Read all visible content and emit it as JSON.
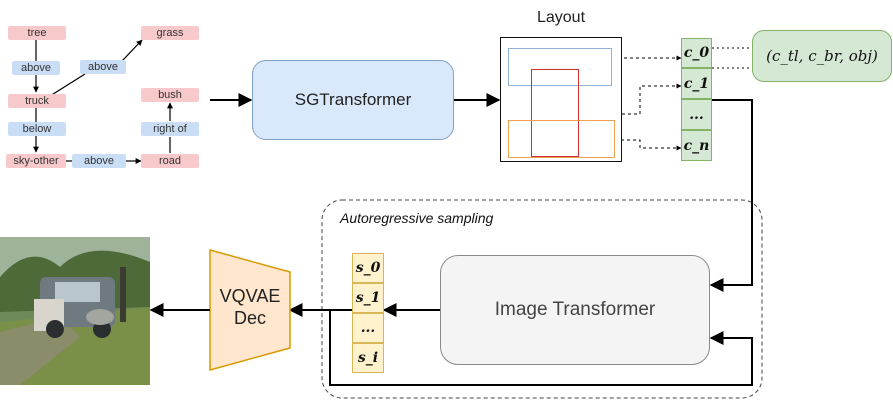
{
  "scene_graph": {
    "objects": {
      "tree": "tree",
      "grass": "grass",
      "truck": "truck",
      "bush": "bush",
      "sky_other": "sky-other",
      "road": "road"
    },
    "relations": {
      "tree_truck": "above",
      "truck_grass": "above",
      "truck_sky": "below",
      "sky_road": "above",
      "road_bush": "right of"
    }
  },
  "sg_transformer": {
    "label": "SGTransformer"
  },
  "layout": {
    "title": "Layout"
  },
  "condition_tokens": [
    "c_0",
    "c_1",
    "...",
    "c_n"
  ],
  "box_format": "(c_tl, c_br, obj)",
  "sampling": {
    "label": "Autoregressive sampling"
  },
  "image_transformer": {
    "label": "Image Transformer"
  },
  "sample_tokens": [
    "s_0",
    "s_1",
    "...",
    "s_i"
  ],
  "decoder": {
    "line1": "VQVAE",
    "line2": "Dec"
  },
  "colors": {
    "object_node": "#f8c9cb",
    "relation_node": "#c9def5",
    "sg_box": "#d9e8fb",
    "token_green": "#d5e8d4",
    "token_yellow": "#fff2cc",
    "decoder_fill": "#ffe6cc",
    "decoder_stroke": "#d79b00",
    "layout_box_blue": "#8fb3d6",
    "layout_box_red": "#d03030",
    "layout_box_orange": "#f0a050"
  },
  "icons": {
    "output_image": "generated-scene-photo"
  }
}
